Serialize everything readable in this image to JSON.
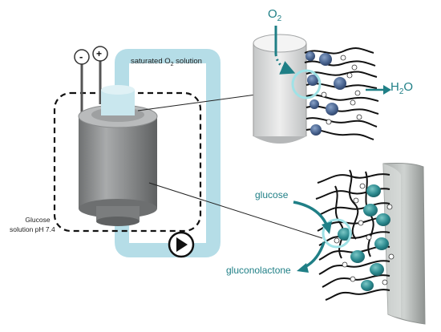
{
  "labels": {
    "saturated_main": "saturated O",
    "saturated_sub": "2",
    "saturated_tail": " solution",
    "glucose_solution_line1": "Glucose",
    "glucose_solution_line2": "solution pH 7.4",
    "glucose": "glucose",
    "gluconolactone": "gluconolactone",
    "o2_main": "O",
    "o2_sub": "2",
    "h2o_main": "H",
    "h2o_sub": "2",
    "h2o_tail": "O",
    "electrode_minus": "-",
    "electrode_plus": "+"
  },
  "colors": {
    "tube": "#b5dde7",
    "electrode_body": "#8a8c8d",
    "teal_accent": "#1f7f86",
    "enzyme_blue": "#4a6591",
    "enzyme_teal": "#2c8a8f",
    "highlight_ring": "#9fe2e6",
    "dashed_box": "#111111"
  },
  "icons": {
    "pump": "pump-icon",
    "arrow": "arrow-right-icon"
  }
}
